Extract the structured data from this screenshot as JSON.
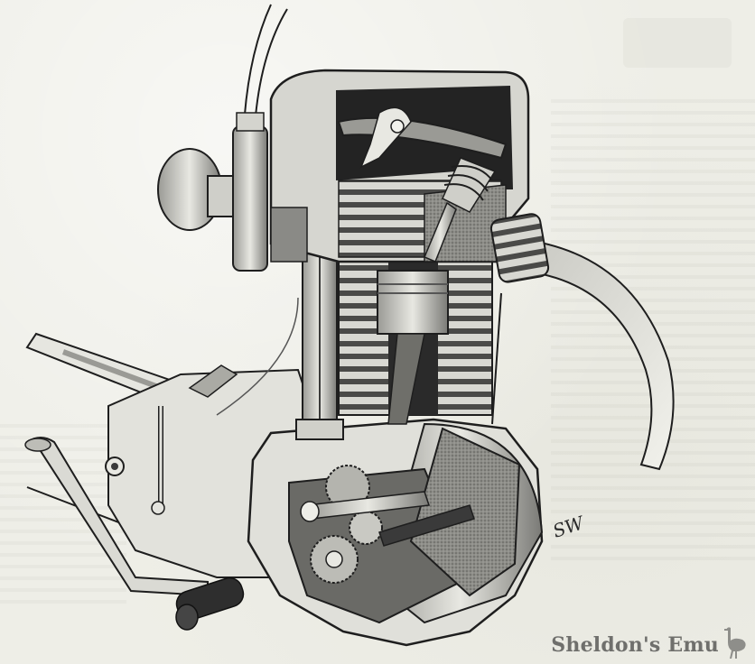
{
  "image": {
    "subject": "Cutaway illustration of a single-cylinder motorcycle engine",
    "style": "vintage black-and-white technical drawing on paper with faint show-through text"
  },
  "signature": {
    "text": "SW"
  },
  "watermark": {
    "text": "Sheldon's Emu",
    "icon": "emu-icon",
    "color": "#6f6f6c"
  },
  "colors": {
    "paper": "#eeeee7",
    "ink": "#1e1e1e",
    "shade_dark": "#3a3a3a",
    "shade_mid": "#8a8a86",
    "shade_light": "#d6d6d0"
  }
}
